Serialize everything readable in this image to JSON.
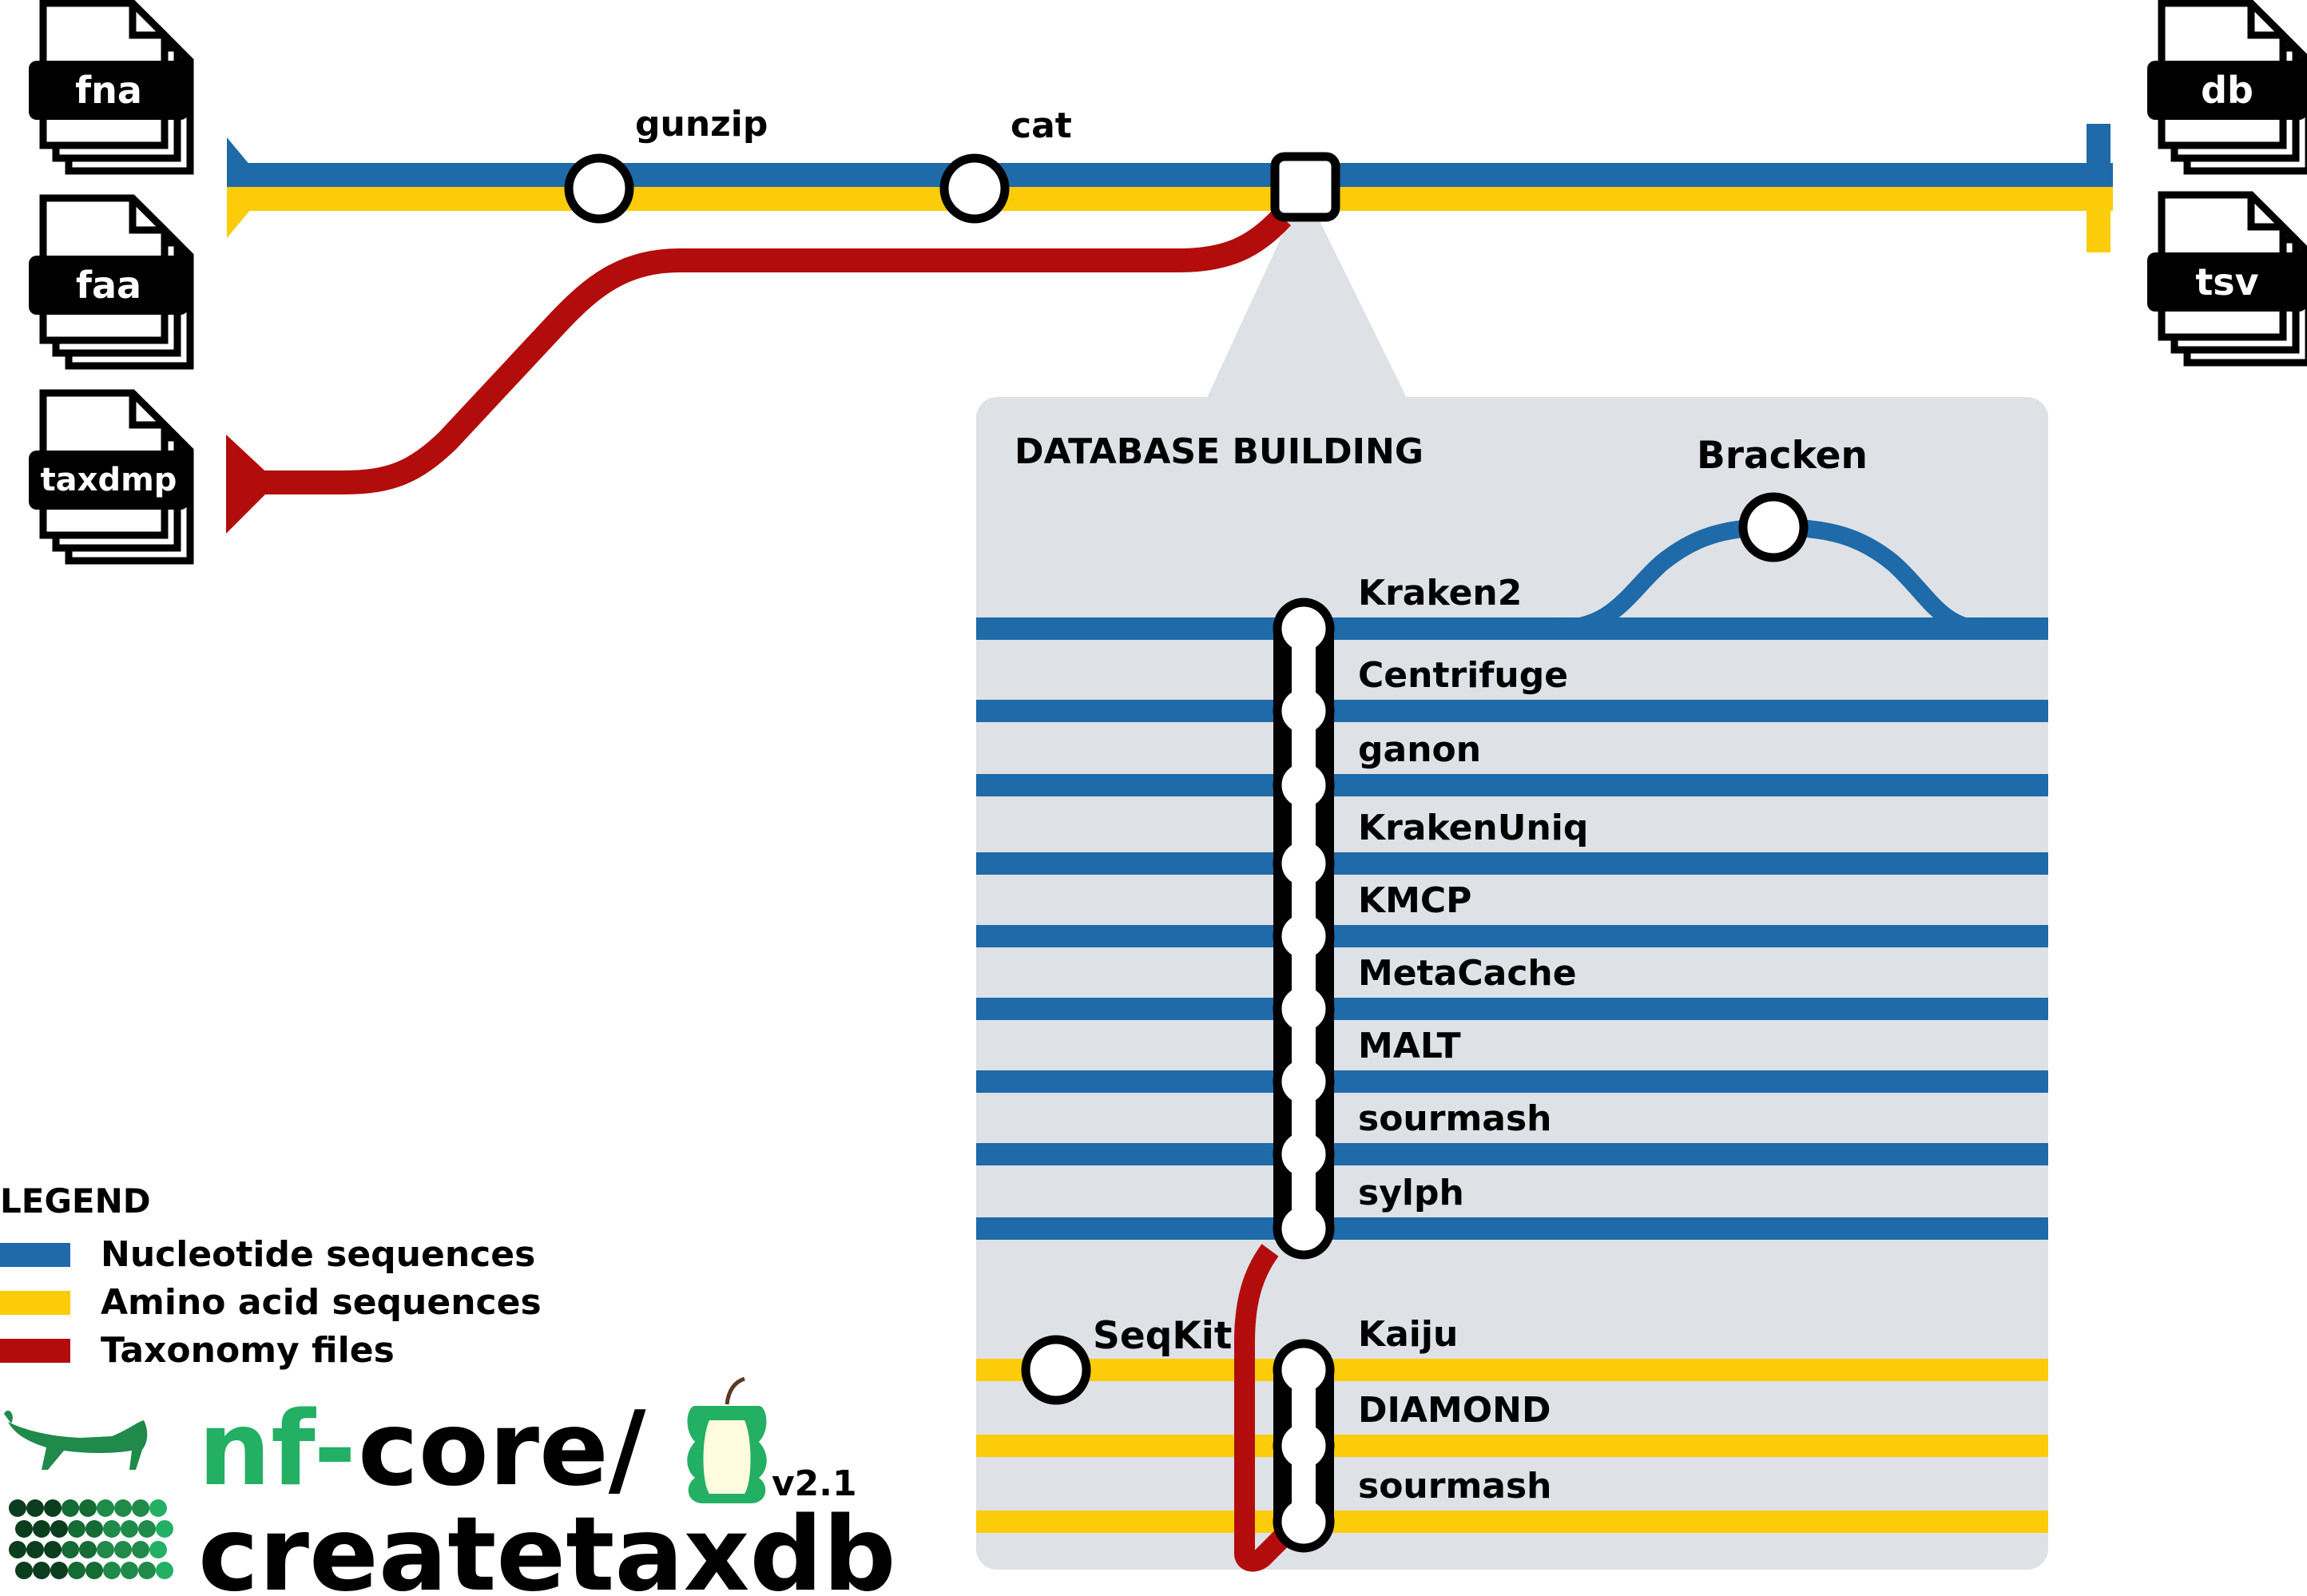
{
  "inputs": [
    {
      "label": "fna",
      "type": "nucleotide"
    },
    {
      "label": "faa",
      "type": "amino"
    },
    {
      "label": "taxdmp",
      "type": "taxonomy"
    }
  ],
  "outputs": [
    {
      "label": "db"
    },
    {
      "label": "tsv"
    }
  ],
  "main_steps": [
    {
      "label": "gunzip"
    },
    {
      "label": "cat"
    }
  ],
  "panel": {
    "title": "DATABASE BUILDING",
    "bracken_label": "Bracken",
    "nucleotide_tools": [
      "Kraken2",
      "Centrifuge",
      "ganon",
      "KrakenUniq",
      "KMCP",
      "MetaCache",
      "MALT",
      "sourmash",
      "sylph"
    ],
    "amino_tools": [
      "Kaiju",
      "DIAMOND",
      "sourmash"
    ],
    "seqkit_label": "SeqKit"
  },
  "legend": {
    "title": "LEGEND",
    "items": [
      {
        "label": "Nucleotide sequences",
        "color": "#1f6aa8"
      },
      {
        "label": "Amino acid sequences",
        "color": "#fccc0a"
      },
      {
        "label": "Taxonomy files",
        "color": "#b30c0c"
      }
    ]
  },
  "logo": {
    "prefix": "nf-",
    "core": "core/",
    "name": "createtaxdb",
    "version": "v2.1"
  },
  "colors": {
    "nucleotide": "#1f6aa8",
    "amino": "#fccc0a",
    "taxonomy": "#b30c0c",
    "panel_bg": "#dee1e6",
    "nf_green": "#24b064"
  }
}
